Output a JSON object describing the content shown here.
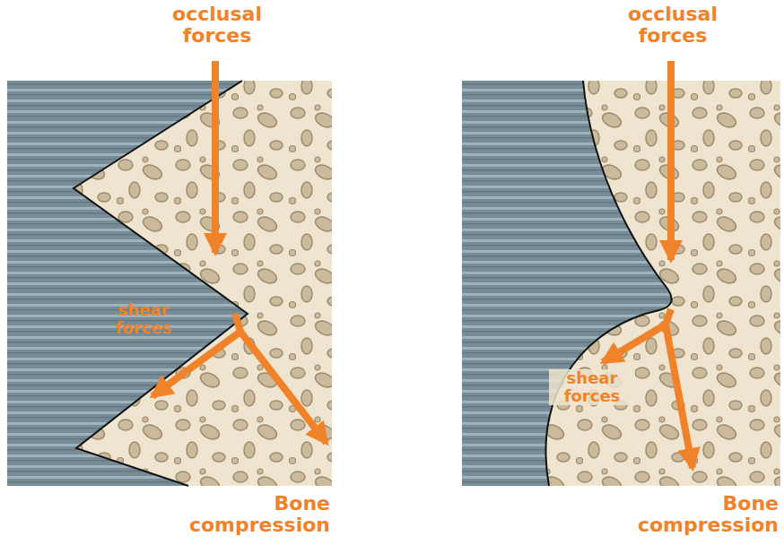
{
  "diagram": {
    "labels": [
      "occlusal forces",
      "shear forces",
      "Bone compression",
      "occlusal forces",
      "shear forces",
      "Bone compression"
    ]
  }
}
